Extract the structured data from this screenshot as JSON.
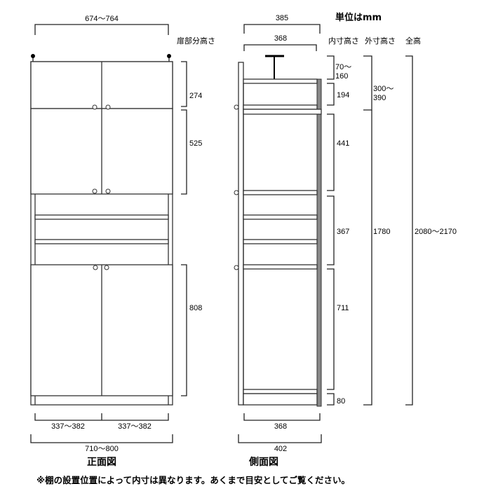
{
  "header": {
    "unit": "単位はmm",
    "door_height": "扉部分高さ",
    "inner_height": "内寸高さ",
    "outer_height": "外寸高さ",
    "total_height": "全高"
  },
  "front": {
    "label": "正面図",
    "top_width": "674～764",
    "door_heights": [
      "274",
      "525",
      "808"
    ],
    "door_widths": [
      "337～382",
      "337～382"
    ],
    "total_width": "710～800"
  },
  "side": {
    "label": "側面図",
    "depth_top": "385",
    "inner_depth_top": "368",
    "inner_depth_bottom": "368",
    "depth_bottom": "402",
    "inner_heights": [
      "70～",
      "160",
      "194",
      "441",
      "367",
      "711",
      "80"
    ],
    "outer_heights": [
      "300～",
      "390",
      "1780"
    ],
    "total_height": "2080～2170"
  },
  "footnote": "※棚の設置位置によって内寸は異なります。あくまで目安としてご覧ください。",
  "colors": {
    "back_panel": "#888888"
  }
}
